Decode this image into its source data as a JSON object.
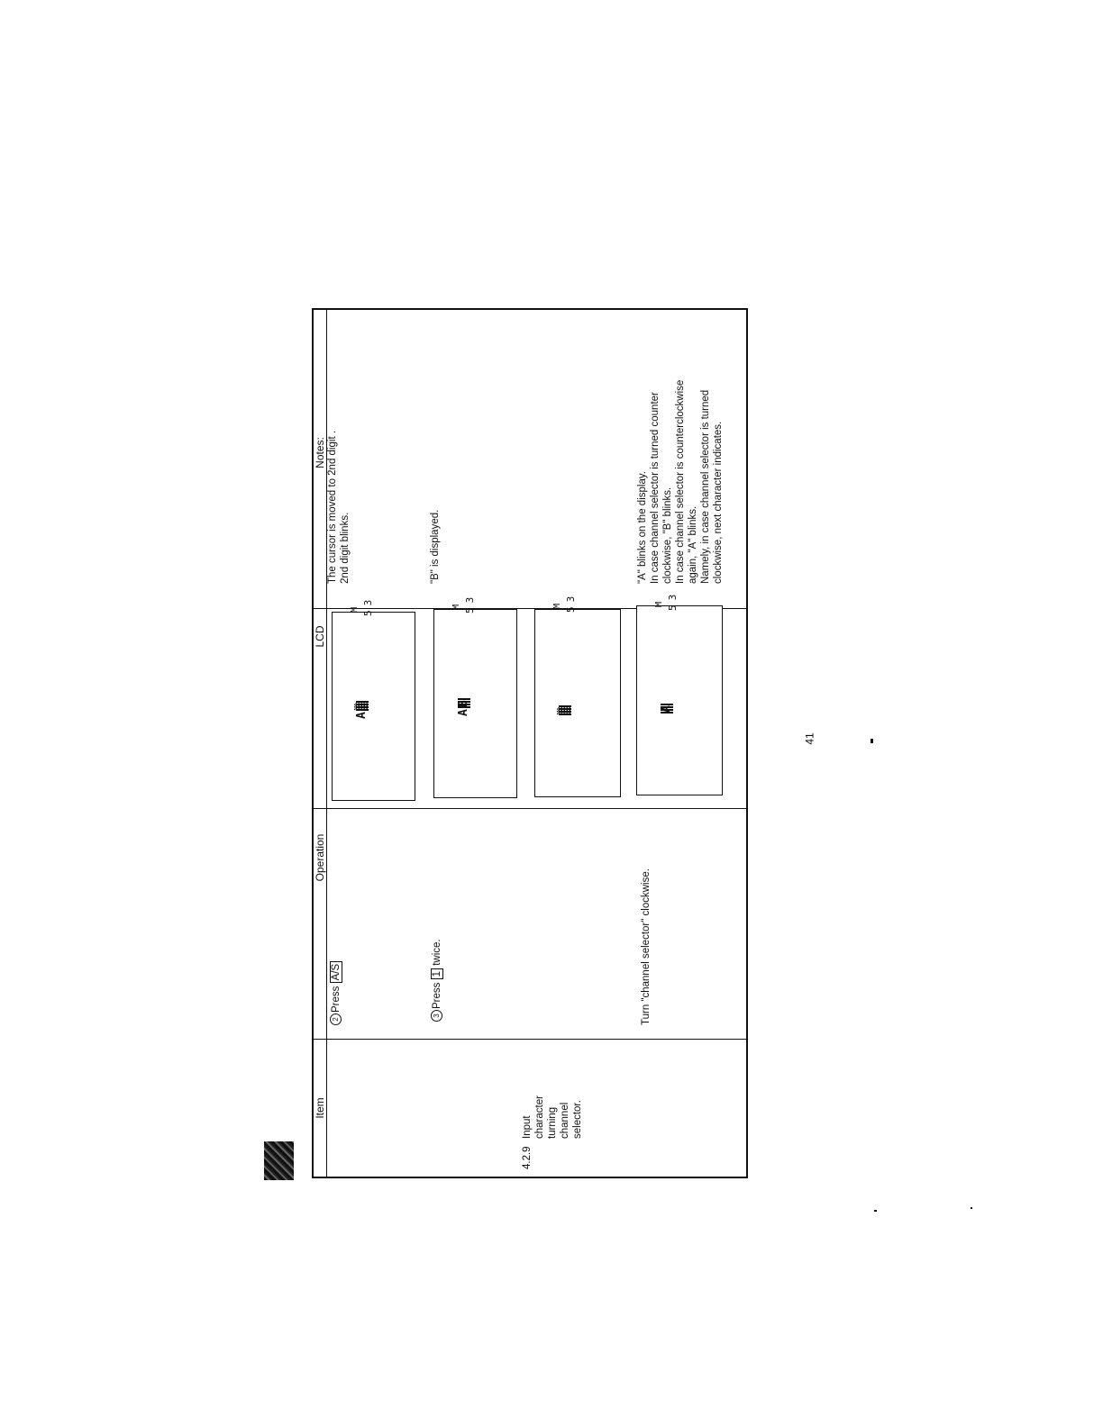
{
  "table": {
    "headers": {
      "item": "Item",
      "operation": "Operation",
      "lcd": "LCD",
      "notes": "Notes:"
    },
    "item_cell": {
      "number": "4.2.9",
      "title": "Input character turning channel selector."
    },
    "rows": [
      {
        "step_number": "2",
        "step_prefix": "Press",
        "key": "A/S",
        "step_suffix": "",
        "lcd": {
          "chars": "A",
          "blink_char": "▒",
          "m": "M",
          "num": "53"
        },
        "notes": [
          "The cursor is moved to 2nd digit .",
          "2nd digit blinks."
        ]
      },
      {
        "step_number": "3",
        "step_prefix": "Press",
        "key": "1",
        "step_suffix": "twice.",
        "lcd": {
          "chars": "A",
          "blink_char": "B",
          "m": "M",
          "num": "53"
        },
        "notes": [
          "\"B\" is displayed."
        ]
      },
      {
        "step_number": "",
        "step_prefix": "",
        "key": "",
        "step_suffix": "",
        "lcd": {
          "chars": "",
          "blink_char": "▒",
          "m": "M",
          "num": "53"
        },
        "notes": []
      },
      {
        "step_number": "",
        "step_prefix": "Turn \"channel selector\" clockwise.",
        "key": "",
        "step_suffix": "",
        "lcd": {
          "chars": "",
          "blink_char": "A",
          "m": "M",
          "num": "53"
        },
        "notes": [
          "\"A\" blinks on the display.",
          "In case channel selector is turned counter",
          "clockwise, \"B\" blinks.",
          "In case channel selector is counterclockwise",
          "again, \"A\" blinks.",
          "Namely, in case channel selector is turned",
          "clockwise, next character indicates."
        ]
      }
    ]
  },
  "page_number": "41"
}
